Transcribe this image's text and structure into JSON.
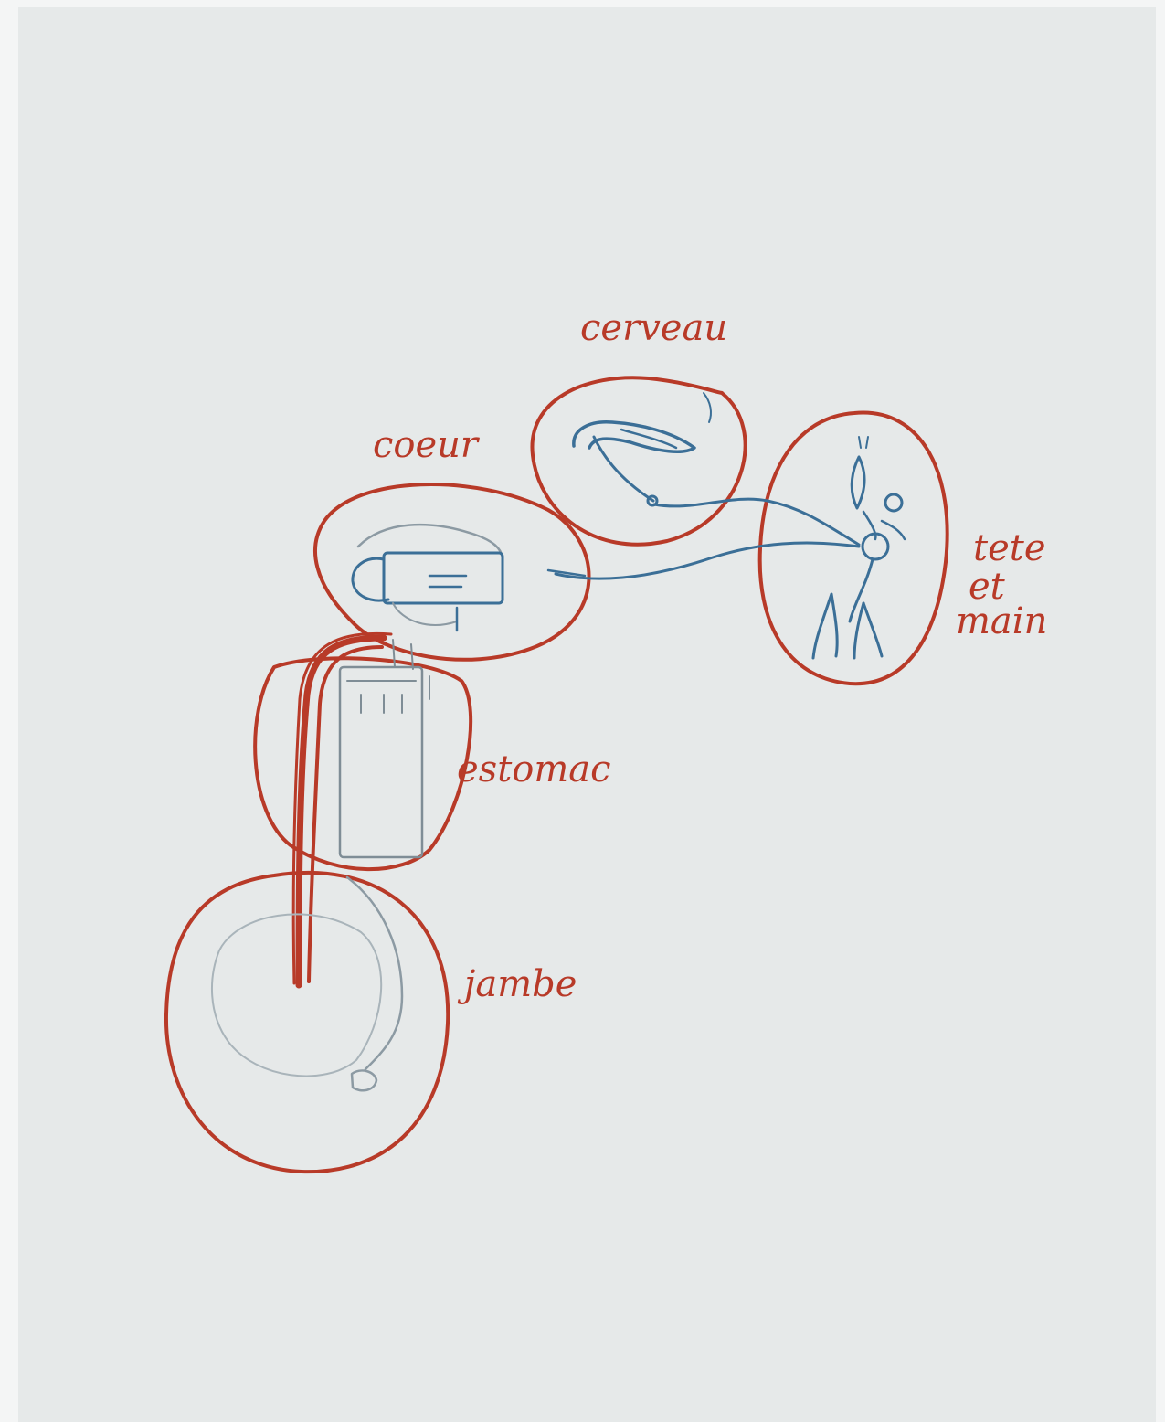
{
  "colors": {
    "paper": "#e6e9e9",
    "ink_red": "#b83a28",
    "ink_blue": "#3b6f97",
    "ink_grey": "#8c9aa3"
  },
  "labels": {
    "cerveau": "cerveau",
    "coeur": "coeur",
    "tete_main": [
      "tete",
      "et",
      "main"
    ],
    "estomac": "estomac",
    "jambe": "jambe"
  }
}
